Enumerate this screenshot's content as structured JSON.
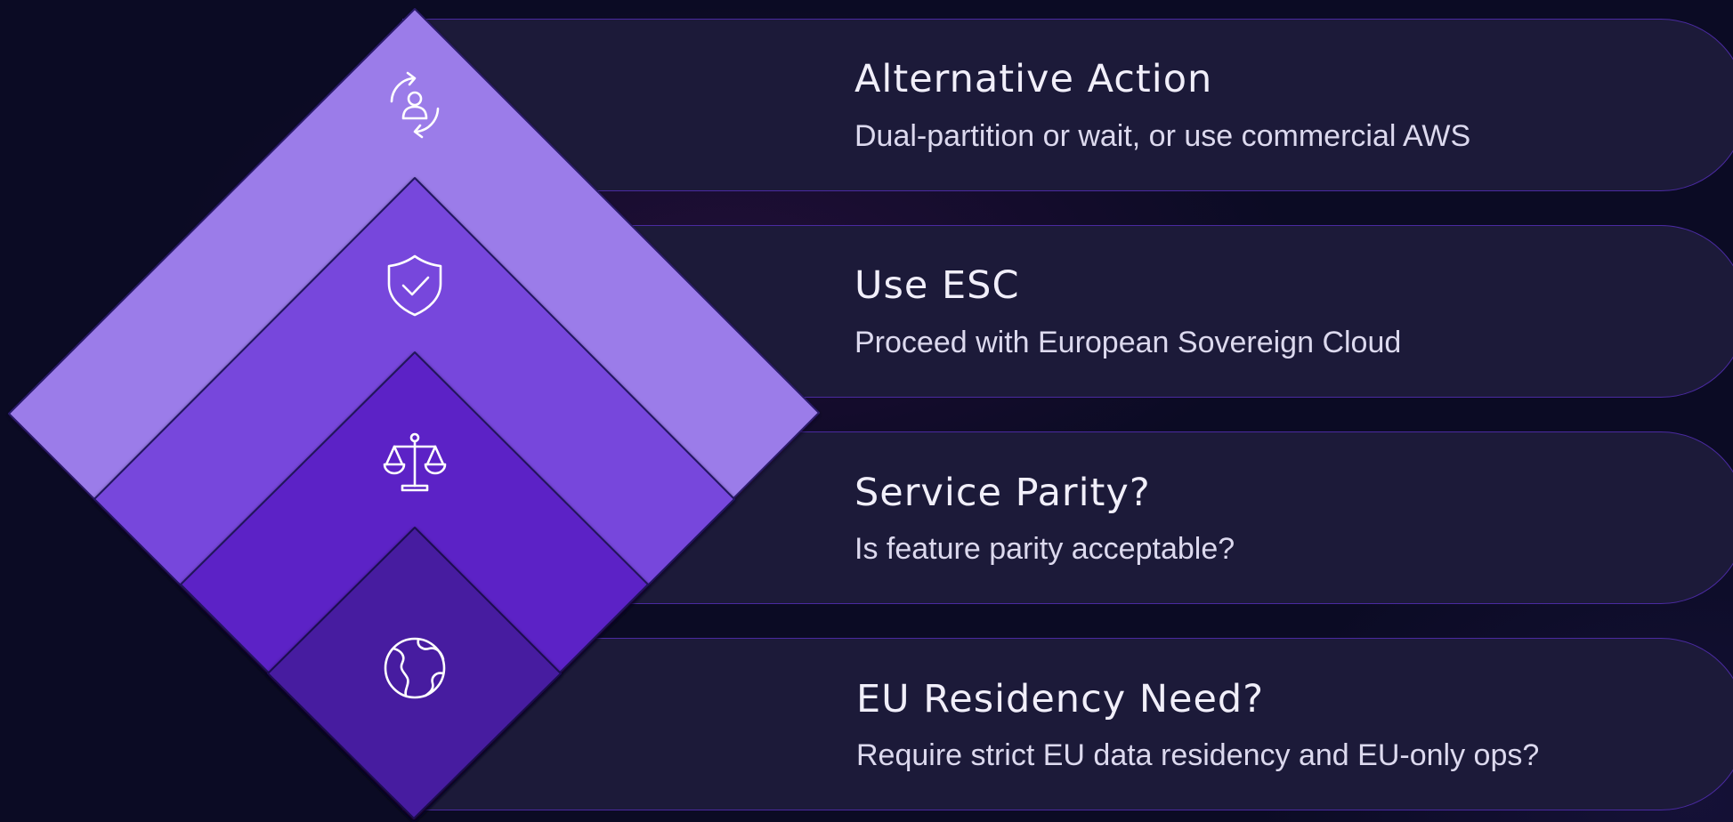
{
  "steps": [
    {
      "title": "Alternative Action",
      "description": "Dual-partition or wait, or use commercial AWS",
      "icon": "person-refresh-icon",
      "color": "#9b7be9"
    },
    {
      "title": "Use ESC",
      "description": "Proceed with European Sovereign Cloud",
      "icon": "shield-check-icon",
      "color": "#7746dc"
    },
    {
      "title": "Service Parity?",
      "description": "Is feature parity acceptable?",
      "icon": "scales-icon",
      "color": "#5b22c6"
    },
    {
      "title": "EU Residency Need?",
      "description": "Require strict EU data residency and EU-only ops?",
      "icon": "globe-icon",
      "color": "#461ca0"
    }
  ],
  "colors": {
    "background": "#0b0b24",
    "panel": "#1c1a39",
    "panel_border": "#4a2aa0",
    "text": "#f1effa"
  }
}
